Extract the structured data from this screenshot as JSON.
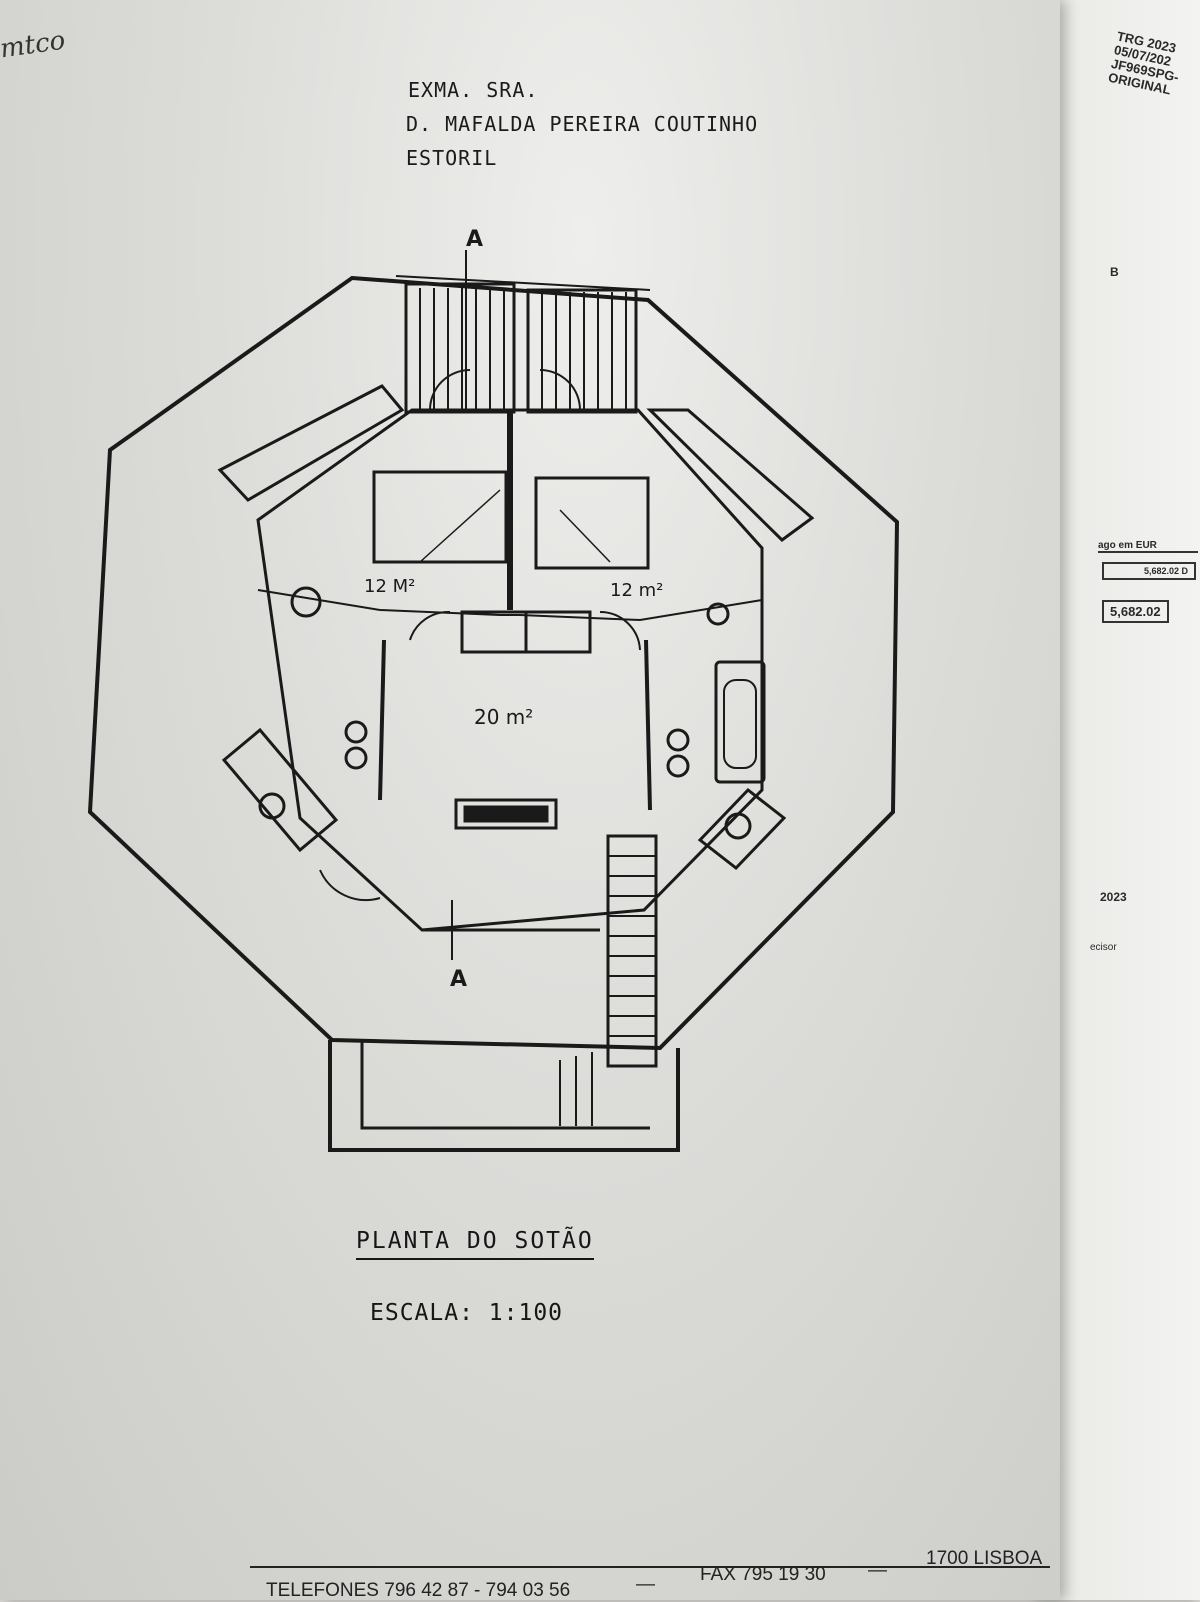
{
  "handwritten_note": "mtco",
  "recipient": {
    "line1": "EXMA. SRA.",
    "line2": "D. MAFALDA PEREIRA COUTINHO",
    "line3": "ESTORIL"
  },
  "plan": {
    "section_mark_top": "A",
    "section_mark_bottom": "A",
    "room_left_area": "12 M²",
    "room_right_area": "12 m²",
    "room_center_area": "20 m²",
    "title": "PLANTA DO SOTÃO",
    "scale": "ESCALA: 1:100"
  },
  "footer": {
    "phones": "TELEFONES 796 42 87 - 794 03 56",
    "fax": "FAX 795 19 30",
    "city": "1700 LISBOA",
    "separator": "—"
  },
  "side_document": {
    "line1": "TRG 2023",
    "line2": "05/07/202",
    "line3": "JF969SPG-",
    "line4": "ORIGINAL",
    "mark": "B",
    "pay_label": "ago em EUR",
    "pay_value_small": "5,682.02 D",
    "pay_value_big": "5,682.02",
    "year": "2023",
    "word": "ecisor"
  }
}
